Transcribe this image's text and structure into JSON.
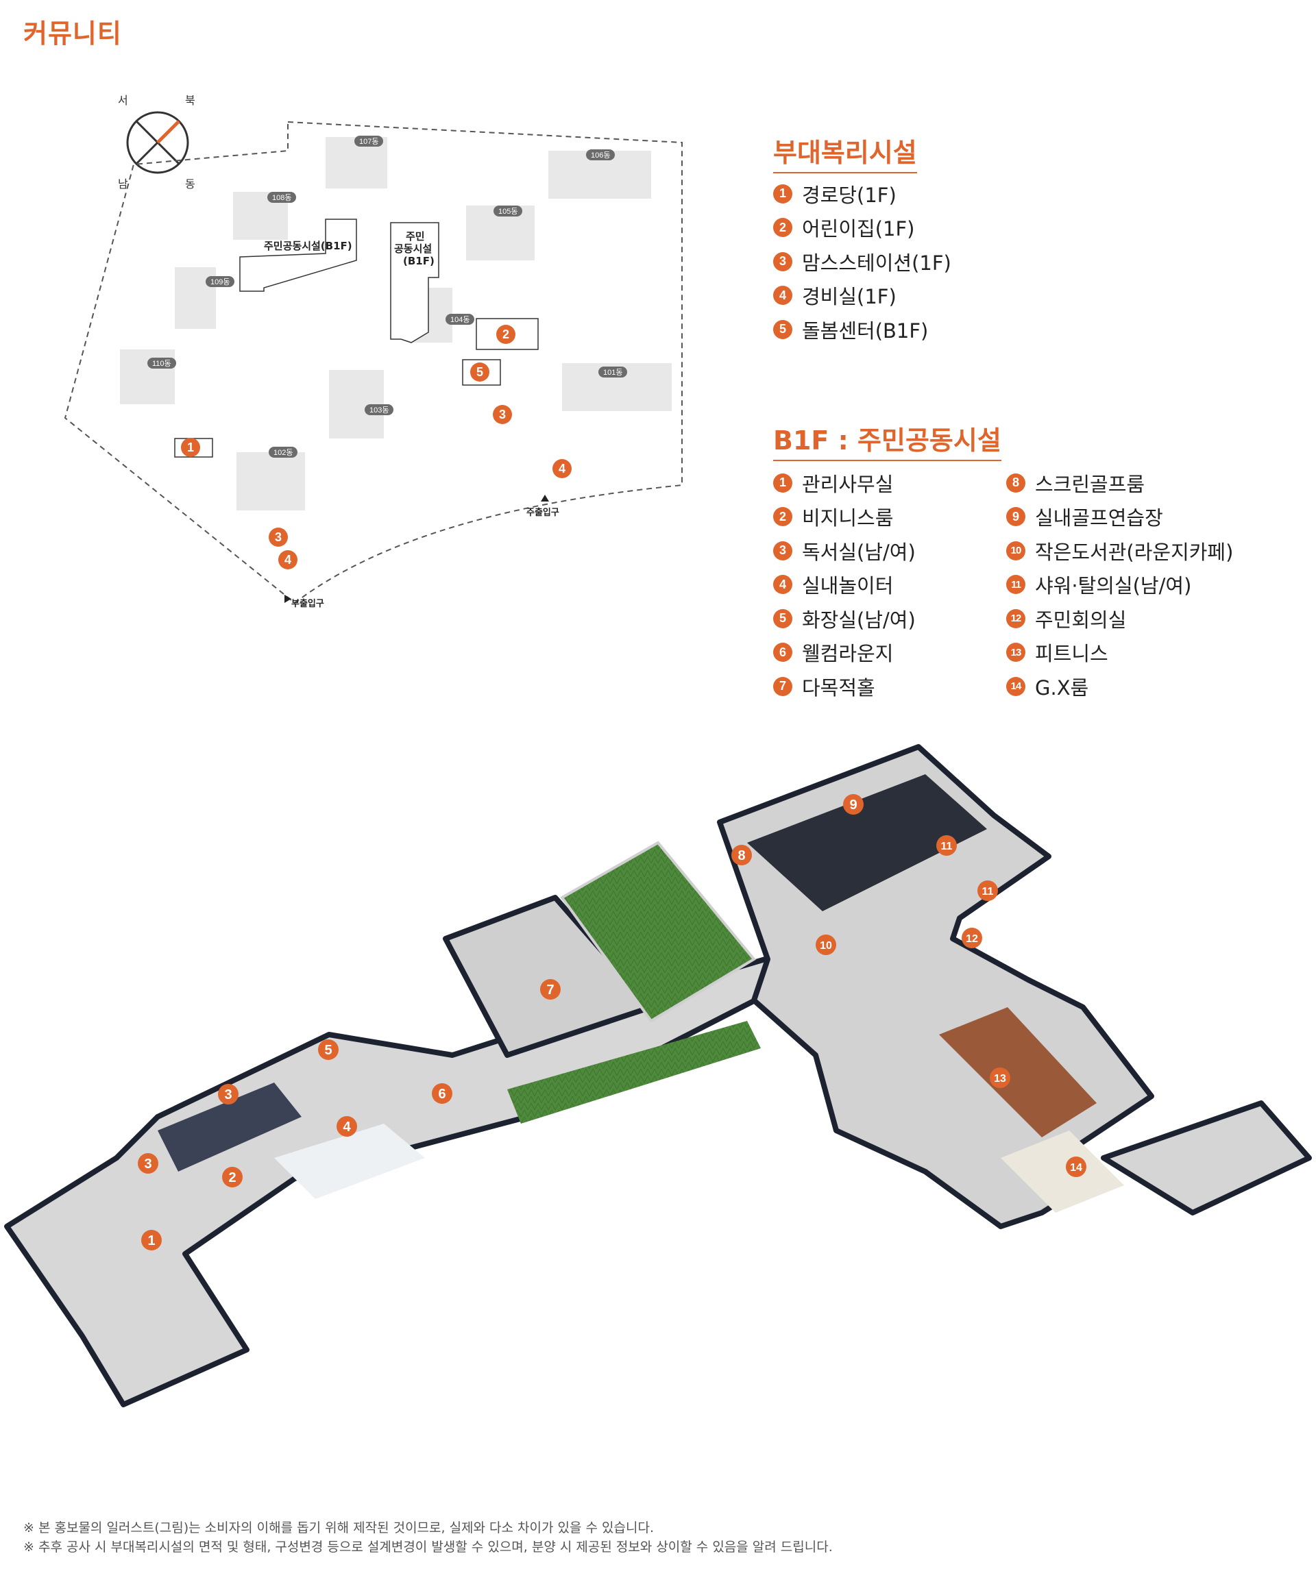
{
  "title": "커뮤니티",
  "compass": {
    "north": "북",
    "west": "서",
    "south": "남",
    "east": "동"
  },
  "site": {
    "buildings": [
      "101동",
      "102동",
      "103동",
      "104동",
      "105동",
      "106동",
      "107동",
      "108동",
      "109동",
      "110동"
    ],
    "facility_b1f_west": "주민공동시설(B1F)",
    "facility_b1f_center_lines": [
      "주민",
      "공동시설",
      "(B1F)"
    ],
    "main_entrance": "주출입구",
    "sub_entrance": "부출입구",
    "markers": [
      "1",
      "2",
      "3",
      "4",
      "5",
      "3",
      "4"
    ]
  },
  "legend_welfare": {
    "title": "부대복리시설",
    "items": [
      {
        "num": "1",
        "label": "경로당(1F)"
      },
      {
        "num": "2",
        "label": "어린이집(1F)"
      },
      {
        "num": "3",
        "label": "맘스스테이션(1F)"
      },
      {
        "num": "4",
        "label": "경비실(1F)"
      },
      {
        "num": "5",
        "label": "돌봄센터(B1F)"
      }
    ]
  },
  "legend_b1f": {
    "title": "B1F : 주민공동시설",
    "col1": [
      {
        "num": "1",
        "label": "관리사무실"
      },
      {
        "num": "2",
        "label": "비지니스룸"
      },
      {
        "num": "3",
        "label": "독서실(남/여)"
      },
      {
        "num": "4",
        "label": "실내놀이터"
      },
      {
        "num": "5",
        "label": "화장실(남/여)"
      },
      {
        "num": "6",
        "label": "웰컴라운지"
      },
      {
        "num": "7",
        "label": "다목적홀"
      }
    ],
    "col2": [
      {
        "num": "8",
        "label": "스크린골프룸"
      },
      {
        "num": "9",
        "label": "실내골프연습장"
      },
      {
        "num": "10",
        "label": "작은도서관(라운지카페)"
      },
      {
        "num": "11",
        "label": "샤워·탈의실(남/여)"
      },
      {
        "num": "12",
        "label": "주민회의실"
      },
      {
        "num": "13",
        "label": "피트니스"
      },
      {
        "num": "14",
        "label": "G.X룸"
      }
    ]
  },
  "floorplan_markers": [
    "1",
    "2",
    "3",
    "3",
    "4",
    "5",
    "6",
    "7",
    "8",
    "9",
    "10",
    "11",
    "11",
    "12",
    "13",
    "14"
  ],
  "footnotes": [
    "※ 본 홍보물의 일러스트(그림)는 소비자의 이해를 돕기 위해 제작된 것이므로, 실제와 다소 차이가 있을 수 있습니다.",
    "※ 추후 공사 시 부대복리시설의 면적 및 형태, 구성변경 등으로 설계변경이 발생할 수 있으며, 분양 시 제공된 정보와 상이할 수 있음을 알려 드립니다."
  ],
  "colors": {
    "accent": "#e0652c",
    "text": "#222222",
    "building": "#e8e8e8",
    "tag": "#6b6b6b",
    "grass": "#4f8a3c"
  }
}
